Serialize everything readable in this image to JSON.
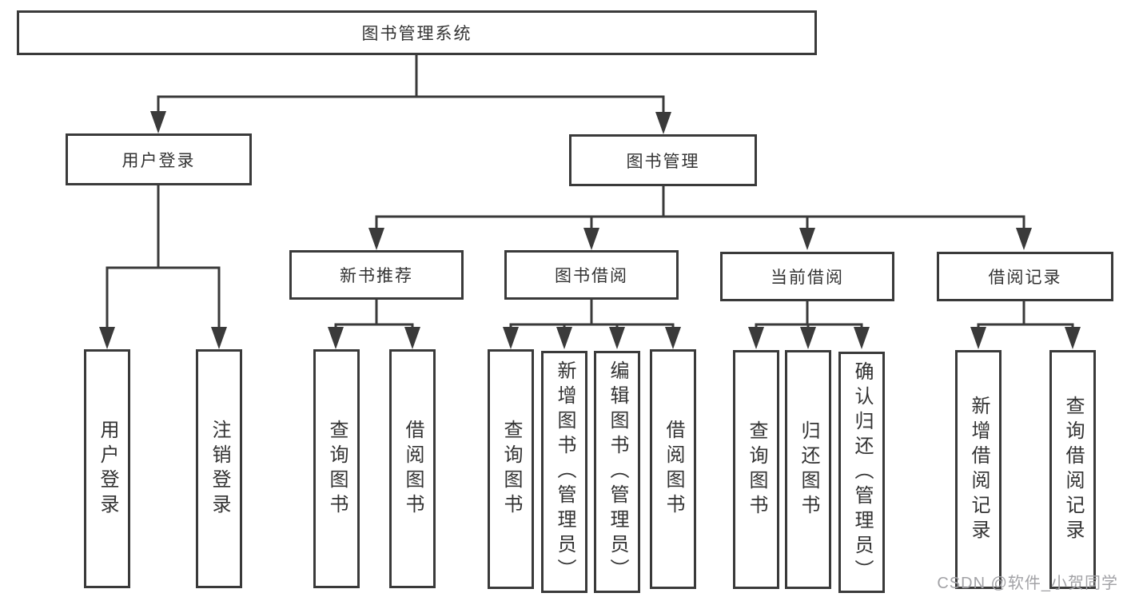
{
  "colors": {
    "line_and_border": "#3a3a3a",
    "node_text": "#333333",
    "node_fill": "#ffffff",
    "background": "#ffffff",
    "watermark_text_color": "#a2a2a6"
  },
  "watermark": {
    "text": "CSDN @软件_小贺同学"
  },
  "tree": {
    "root": {
      "label": "图书管理系统",
      "children": [
        {
          "label": "用户登录",
          "children": [
            {
              "label": "用户登录"
            },
            {
              "label": "注销登录"
            }
          ]
        },
        {
          "label": "图书管理",
          "children": [
            {
              "label": "新书推荐",
              "children": [
                {
                  "label": "查询图书"
                },
                {
                  "label": "借阅图书"
                }
              ]
            },
            {
              "label": "图书借阅",
              "children": [
                {
                  "label": "查询图书"
                },
                {
                  "label": "新增图书（管理员）"
                },
                {
                  "label": "编辑图书（管理员）"
                },
                {
                  "label": "借阅图书"
                }
              ]
            },
            {
              "label": "当前借阅",
              "children": [
                {
                  "label": "查询图书"
                },
                {
                  "label": "归还图书"
                },
                {
                  "label": "确认归还（管理员）"
                }
              ]
            },
            {
              "label": "借阅记录",
              "children": [
                {
                  "label": "新增借阅记录"
                },
                {
                  "label": "查询借阅记录"
                }
              ]
            }
          ]
        }
      ]
    }
  }
}
